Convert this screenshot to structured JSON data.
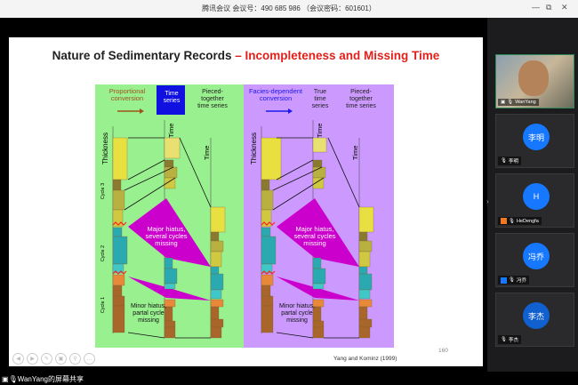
{
  "window": {
    "title": "腾讯会议 会议号：490 685 986 （会议密码：601601）",
    "minimize": "—",
    "restore": "⧉",
    "close": "✕"
  },
  "slide": {
    "title_black": "Nature of Sedimentary Records",
    "title_red": " – Incompleteness and Missing Time",
    "credit": "Yang and Kominz (1999)",
    "page_number": "160",
    "left_panel": {
      "header1": [
        "Proportional",
        "conversion"
      ],
      "header2": [
        "Time",
        "series"
      ],
      "header3": [
        "Pieced-",
        "together",
        "time series"
      ],
      "axis_thickness": "Thickness",
      "axis_time": "Time",
      "cycles": [
        "Cycle 3",
        "Cycle 2",
        "Cycle 1"
      ],
      "major": [
        "Major hiatus,",
        "several cycles",
        "missing"
      ],
      "minor": [
        "Minor hiatus,",
        "partal cycle",
        "missing"
      ]
    },
    "right_panel": {
      "header1": [
        "Facies-dependent",
        "conversion"
      ],
      "header2": [
        "True",
        "time",
        "series"
      ],
      "header3": [
        "Pieced-",
        "together",
        "time series"
      ],
      "axis_thickness": "Thickness",
      "axis_time": "Time",
      "major": [
        "Major hiatus,",
        "several cycles",
        "missing"
      ],
      "minor": [
        "Minor hiatus,",
        "partal cycle",
        "missing"
      ]
    },
    "colors": {
      "green_bg": "#99f08f",
      "purple_bg": "#cc99ff",
      "magenta": "#cc00cc",
      "yellow": "#e8e040",
      "teal": "#2aa9b0",
      "brown": "#a8662a",
      "orange": "#e8893a",
      "olive": "#8a7a30",
      "title_red": "#e0201a",
      "blue_box": "#1010e0"
    }
  },
  "toolbar_icons": [
    "prev-icon",
    "next-icon",
    "pen-icon",
    "copy-icon",
    "zoom-icon",
    "more-icon"
  ],
  "participants": [
    {
      "name": "WanYang",
      "video": true
    },
    {
      "name": "李明",
      "avatar": "李明"
    },
    {
      "name": "HeDengfa",
      "avatar": "H"
    },
    {
      "name": "冯乔",
      "avatar": "冯乔"
    },
    {
      "name": "李杰",
      "avatar": "李杰"
    }
  ],
  "share_label": "WanYang的屏幕共享"
}
